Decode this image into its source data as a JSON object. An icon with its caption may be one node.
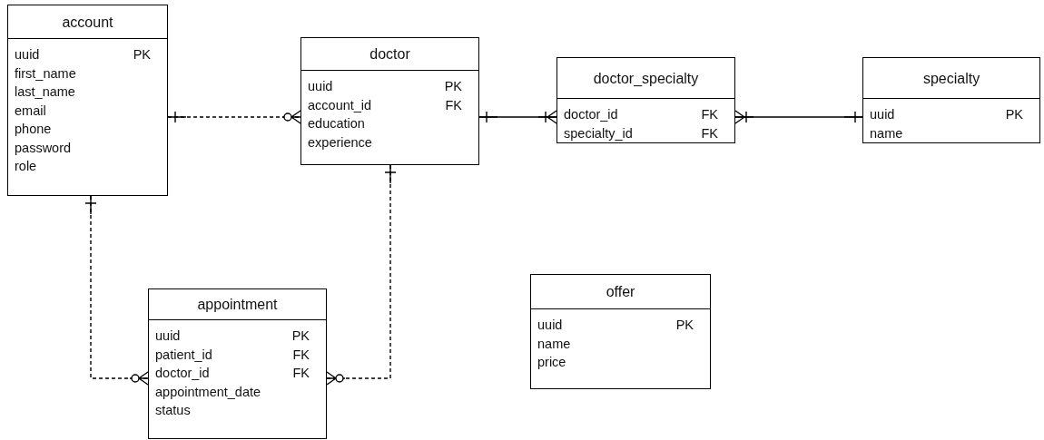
{
  "diagram": {
    "nodes": [
      {
        "text": [
          "account",
          "uuid",
          "PK",
          "first_name",
          "last_name",
          "email",
          "phone",
          "password",
          "role"
        ]
      },
      {
        "text": [
          "doctor",
          "uuid",
          "PK",
          "account_id",
          "FK",
          "education",
          "experience"
        ]
      },
      {
        "text": [
          "doctor_specialty",
          "doctor_id",
          "FK",
          "specialty_id",
          "FK"
        ]
      },
      {
        "text": [
          "specialty",
          "uuid",
          "PK",
          "name"
        ]
      },
      {
        "text": [
          "appointment",
          "uuid",
          "PK",
          "patient_id",
          "FK",
          "doctor_id",
          "FK",
          "appointment_date",
          "status"
        ]
      },
      {
        "text": [
          "offer",
          "uuid",
          "PK",
          "name",
          "price"
        ]
      }
    ],
    "edges": [
      {
        "from": 0,
        "to": 1,
        "arrow": "other",
        "style": "dashed"
      },
      {
        "from": 1,
        "to": 2,
        "arrow": "other"
      },
      {
        "from": 2,
        "to": 3,
        "arrow": "other"
      },
      {
        "from": 0,
        "to": 4,
        "arrow": "other",
        "style": "dashed"
      },
      {
        "from": 1,
        "to": 4,
        "arrow": "other",
        "style": "dashed"
      }
    ]
  }
}
